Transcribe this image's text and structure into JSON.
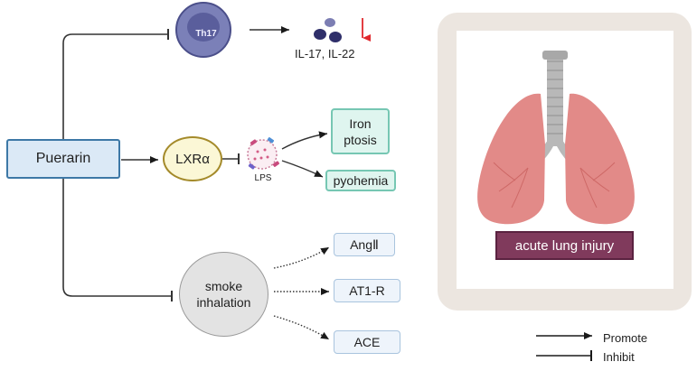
{
  "nodes": {
    "puerarin": "Puerarin",
    "th17": "Th17",
    "il": "IL-17, IL-22",
    "lxr": "LXRα",
    "lps": "LPS",
    "iron_line1": "Iron",
    "iron_line2": "ptosis",
    "pyohemia": "pyohemia",
    "smoke_line1": "smoke",
    "smoke_line2": "inhalation",
    "angii": "AngⅡ",
    "at1r": "AT1-R",
    "ace": "ACE",
    "acute_lung_injury": "acute lung injury"
  },
  "legend": {
    "promote": "Promote",
    "inhibit": "Inhibit"
  },
  "colors": {
    "puerarin_fill": "#dbe9f6",
    "puerarin_border": "#3d78a6",
    "lxr_fill": "#fbf7d6",
    "teal_fill": "#dff5ef",
    "teal_border": "#76c7b3",
    "blue_fill": "#eef4fb",
    "smoke_fill": "#e3e3e3",
    "th17_fill": "#7b80b8",
    "down_arrow": "#e0282d",
    "panel": "#ece6e0",
    "lung": "#e28a88",
    "trachea": "#b8b8b8",
    "label_fill": "#803a5c"
  }
}
